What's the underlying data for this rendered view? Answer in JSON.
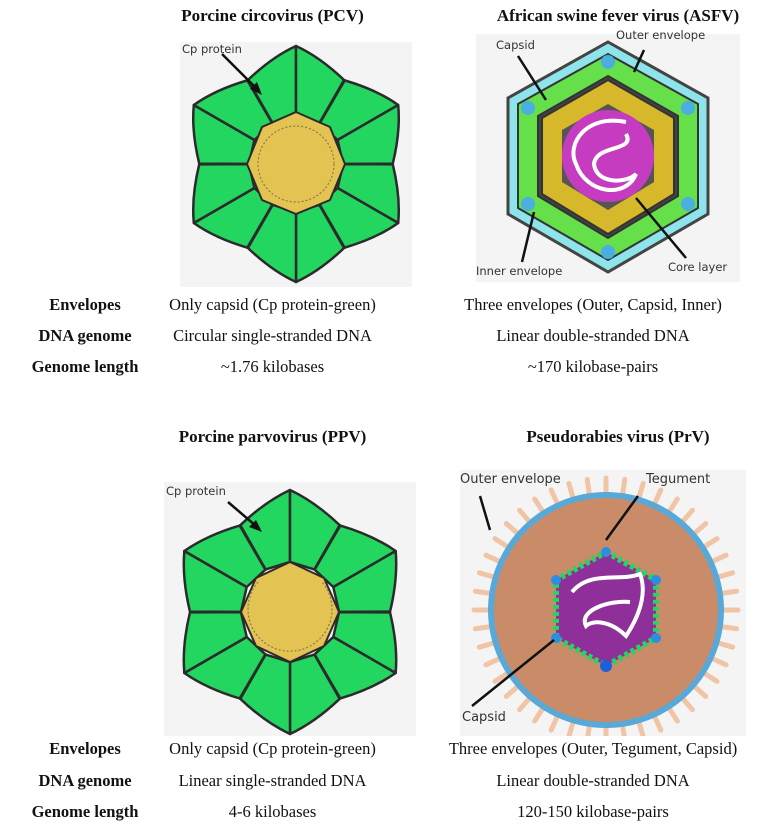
{
  "figure": {
    "row_labels": {
      "envelopes": "Envelopes",
      "dna_genome": "DNA genome",
      "genome_length": "Genome length"
    },
    "top": {
      "viruses": [
        {
          "title": "Porcine circovirus (PCV)",
          "callouts": [
            "Cp protein"
          ],
          "envelopes": "Only capsid (Cp protein-green)",
          "dna_genome": "Circular single-stranded DNA",
          "genome_length": "~1.76 kilobases"
        },
        {
          "title": "African swine fever virus (ASFV)",
          "callouts": [
            "Capsid",
            "Outer envelope",
            "Inner envelope",
            "Core layer"
          ],
          "envelopes": "Three envelopes (Outer, Capsid, Inner)",
          "dna_genome": "Linear double-stranded DNA",
          "genome_length": "~170 kilobase-pairs"
        }
      ]
    },
    "bottom": {
      "viruses": [
        {
          "title": "Porcine parvovirus (PPV)",
          "callouts": [
            "Cp protein"
          ],
          "envelopes": "Only capsid (Cp protein-green)",
          "dna_genome": "Linear single-stranded DNA",
          "genome_length": "4-6 kilobases"
        },
        {
          "title": "Pseudorabies virus (PrV)",
          "callouts": [
            "Outer envelope",
            "Tegument",
            "Capsid"
          ],
          "envelopes": "Three envelopes (Outer, Tegument, Capsid)",
          "dna_genome": "Linear double-stranded DNA",
          "genome_length": "120-150 kilobase-pairs"
        }
      ]
    },
    "colors": {
      "capsid_green": "#22d660",
      "core_yellow": "#e3c452",
      "outline": "#2b2b2b",
      "asfv_core_magenta": "#c63cc0",
      "asfv_capsid_green": "#66e04a",
      "asfv_membrane_cyan": "#8fe3ea",
      "asfv_vertex_blue": "#4aaee0",
      "asfv_layer_yellow": "#d6b82a",
      "prv_tegument": "#c98b68",
      "prv_envelope_blue": "#58a9d8",
      "prv_spike": "#f1c4a6",
      "prv_core_purple": "#8e2f9a"
    }
  }
}
